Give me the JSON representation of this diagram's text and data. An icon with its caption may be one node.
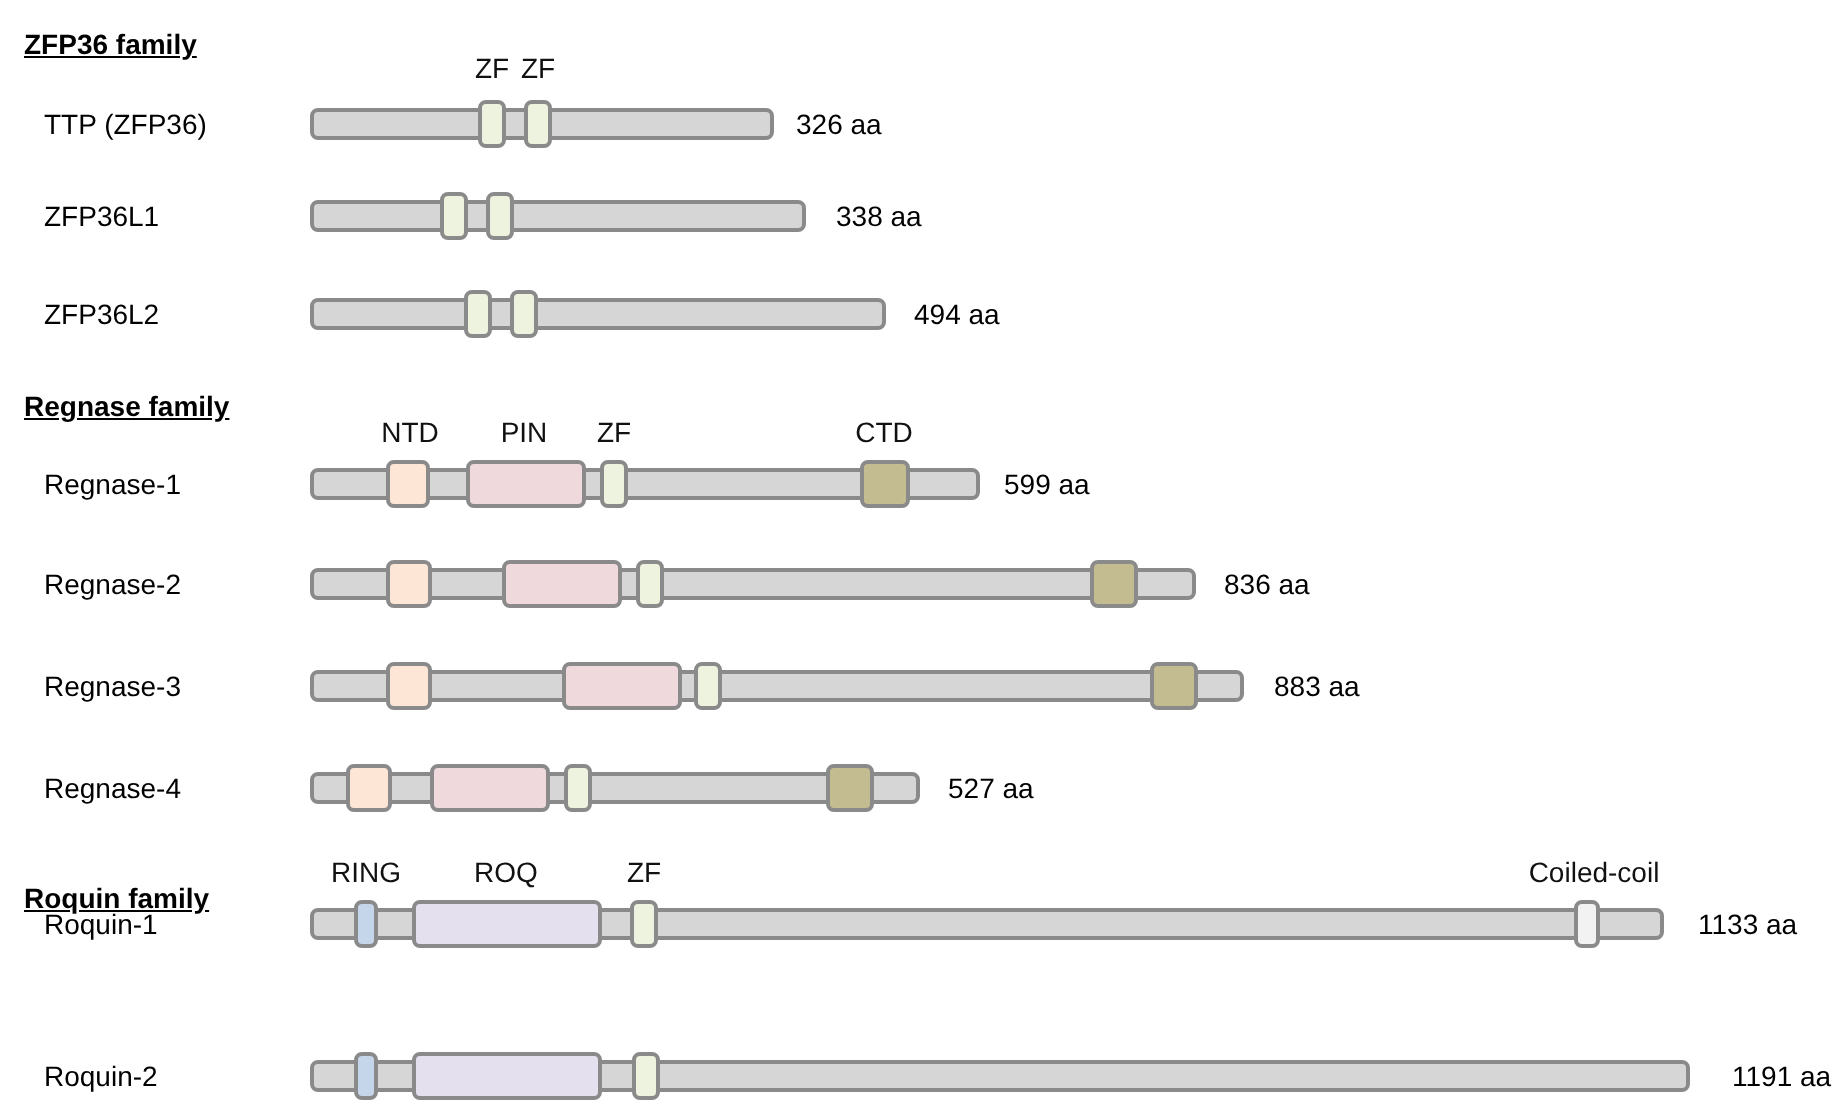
{
  "diagram": {
    "nodes": [
      {
        "text": [],
        "shape": "bar",
        "beside": [
          "326 aa"
        ]
      },
      {
        "text": [],
        "shape": "bar",
        "beside": [
          "338 aa"
        ]
      },
      {
        "text": [],
        "shape": "bar",
        "beside": [
          "494 aa"
        ]
      },
      {
        "text": [],
        "shape": "bar",
        "beside": [
          "599 aa"
        ]
      },
      {
        "text": [],
        "shape": "bar",
        "beside": [
          "836 aa"
        ]
      },
      {
        "text": [],
        "shape": "bar",
        "beside": [
          "883 aa"
        ]
      },
      {
        "text": [],
        "shape": "bar",
        "beside": [
          "527 aa"
        ]
      },
      {
        "text": [],
        "shape": "bar",
        "beside": [
          "1133 aa"
        ]
      },
      {
        "text": [],
        "shape": "bar",
        "beside": [
          "1191 aa"
        ]
      }
    ],
    "edges": [],
    "labels": [
      "ZFP36 family",
      "ZF",
      "ZF",
      "TTP (ZFP36)",
      "ZFP36L1",
      "ZFP36L2",
      "Regnase family",
      "NTD",
      "PIN",
      "ZF",
      "CTD",
      "Regnase-1",
      "Regnase-2",
      "Regnase-3",
      "Regnase-4",
      "Roquin family",
      "RING",
      "ROQ",
      "ZF",
      "Coiled-coil",
      "Roquin-1",
      "Roquin-2"
    ]
  }
}
